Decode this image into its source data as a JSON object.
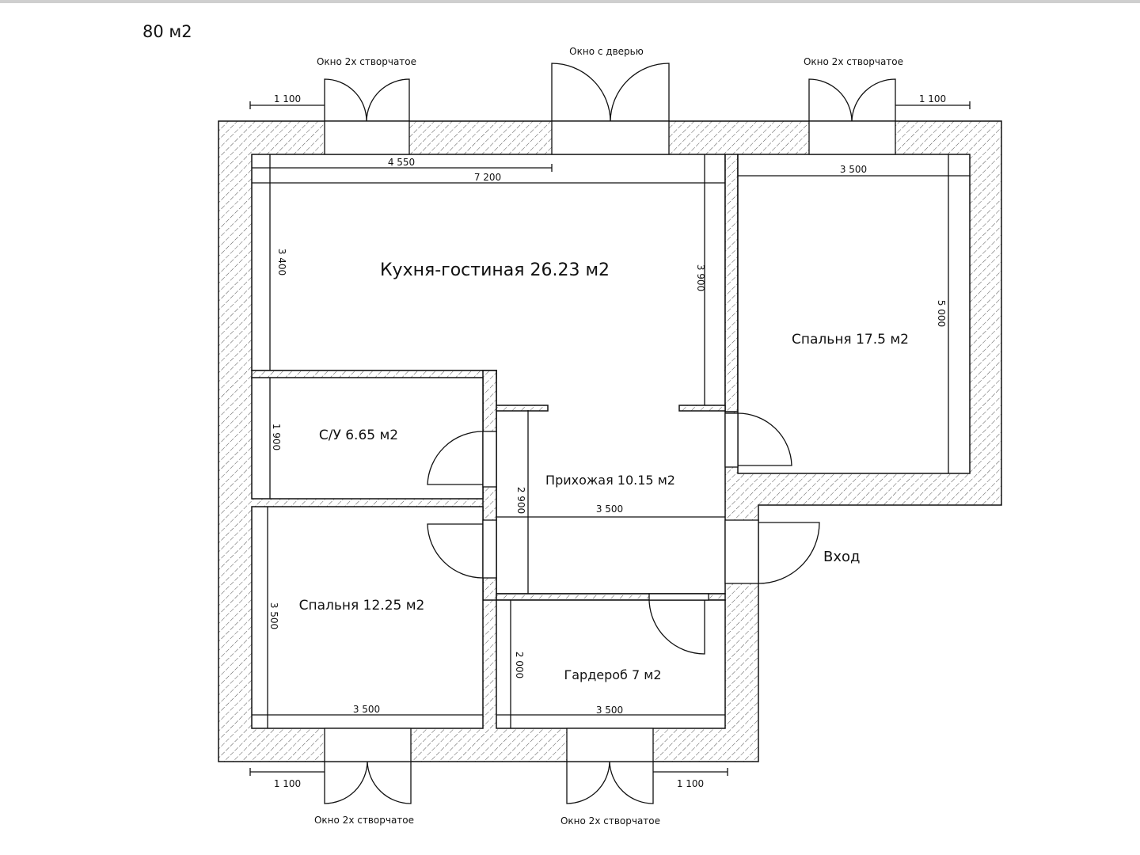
{
  "title": "80 м2",
  "rooms": {
    "kitchen": "Кухня-гостиная 26.23 м2",
    "bedroom_large": "Спальня 17.5 м2",
    "bathroom": "С/У 6.65 м2",
    "hallway": "Прихожая 10.15 м2",
    "bedroom_small": "Спальня 12.25 м2",
    "wardrobe": "Гардероб 7 м2"
  },
  "labels": {
    "entrance": "Вход",
    "window_top_left": "Окно 2х створчатое",
    "window_top_center": "Окно с дверью",
    "window_top_right": "Окно 2х створчатое",
    "window_bottom_left": "Окно 2х створчатое",
    "window_bottom_right": "Окно 2х створчатое"
  },
  "dimensions": {
    "top_left_offset": "1 100",
    "top_right_offset": "1 100",
    "bottom_left_offset": "1 100",
    "bottom_right_offset": "1 100",
    "kitchen_partial_width": "4 550",
    "kitchen_width": "7 200",
    "kitchen_left_height": "3 400",
    "kitchen_right_height": "3 900",
    "bedroom_large_width": "3 500",
    "bedroom_large_height": "5 000",
    "bathroom_height": "1 900",
    "hallway_height": "2 900",
    "hallway_width": "3 500",
    "bedroom_small_height": "3 500",
    "bedroom_small_width": "3 500",
    "wardrobe_height": "2 000",
    "wardrobe_width": "3 500"
  }
}
